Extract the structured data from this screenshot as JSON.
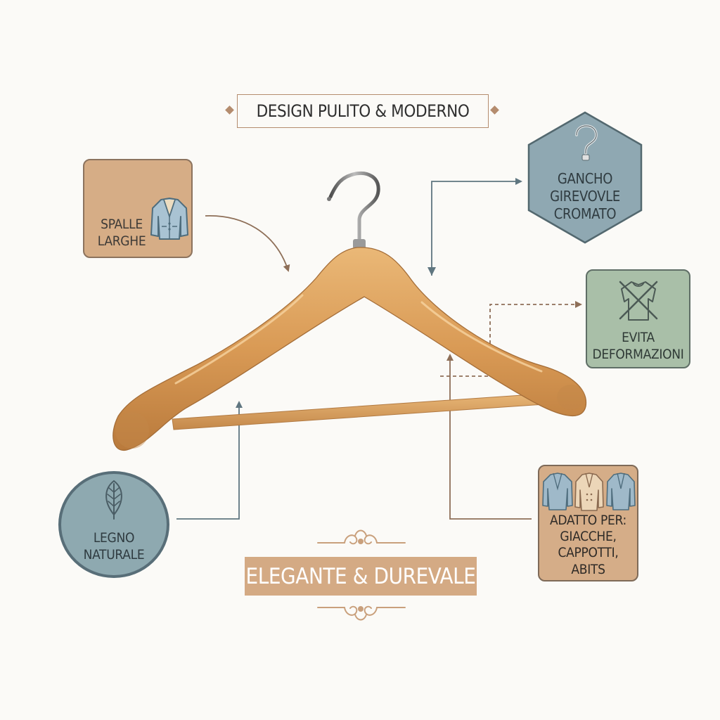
{
  "title": "DESIGN PULITO & MODERNO",
  "features": {
    "spalle": [
      "SPALLE",
      "LARGHE"
    ],
    "gancio": [
      "GANCHO",
      "GIREVOVLE",
      "CROMATO"
    ],
    "evita": [
      "EVITA",
      "DEFORMAZIONI"
    ],
    "legno": [
      "LEGNO",
      "NATURALE"
    ],
    "adatto": [
      "ADATTO PER:",
      "GIACCHE,",
      "CAPPOTTI,",
      "ABITS"
    ]
  },
  "banner": "ELEGANTE & DUREVALE",
  "colors": {
    "background": "#fbfaf7",
    "tan": "#d6ad86",
    "slate_blue": "#8ea9b0",
    "sage_green": "#a9bfa8",
    "wood": "#d79a56",
    "chrome": "#6d6d6d",
    "connector": "#5f7680"
  },
  "icons": [
    "jacket-icon",
    "question-mark-hook-icon",
    "crossed-shirt-icon",
    "leaf-icon",
    "jackets-icon",
    "hanger-illustration",
    "flourish-ornament"
  ]
}
